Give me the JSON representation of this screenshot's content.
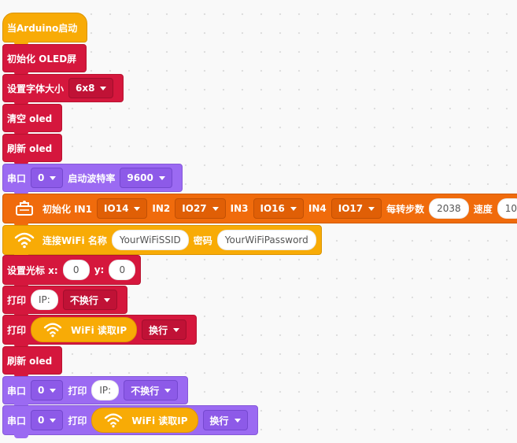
{
  "blocks": {
    "start": "当Arduino启动",
    "init_oled": "初始化 OLED屏",
    "set_font": {
      "label": "设置字体大小",
      "value": "6x8"
    },
    "clear_oled": "清空 oled",
    "refresh_oled_1": "刷新 oled",
    "serial_begin": {
      "label": "串口",
      "port": "0",
      "baud_label": "启动波特率",
      "baud": "9600"
    },
    "stepper": {
      "label": "初始化 IN1",
      "in1": "IO14",
      "in2_label": "IN2",
      "in2": "IO27",
      "in3_label": "IN3",
      "in3": "IO16",
      "in4_label": "IN4",
      "in4": "IO17",
      "steps_label": "每转步数",
      "steps": "2038",
      "speed_label": "速度",
      "speed": "10"
    },
    "wifi_connect": {
      "label": "连接WiFi 名称",
      "ssid": "YourWiFiSSID",
      "pwd_label": "密码",
      "password": "YourWiFiPassword"
    },
    "set_cursor": {
      "label": "设置光标 x:",
      "x": "0",
      "y_label": "y:",
      "y": "0"
    },
    "print_ip": {
      "label": "打印",
      "value": "IP:",
      "mode": "不换行"
    },
    "print_wifi": {
      "label": "打印",
      "inner": "WiFi 读取IP",
      "mode": "换行"
    },
    "refresh_oled_2": "刷新 oled",
    "serial_print_ip": {
      "label": "串口",
      "port": "0",
      "print_label": "打印",
      "value": "IP:",
      "mode": "不换行"
    },
    "serial_print_wifi": {
      "label": "串口",
      "port": "0",
      "print_label": "打印",
      "inner": "WiFi 读取IP",
      "mode": "换行"
    }
  },
  "colors": {
    "red": "#d5173d",
    "yellow": "#f8ab06",
    "purple": "#9b6af2",
    "orange": "#f06b0c"
  },
  "icons": [
    "wifi-icon",
    "stepper-motor-icon",
    "dropdown-caret-icon"
  ]
}
